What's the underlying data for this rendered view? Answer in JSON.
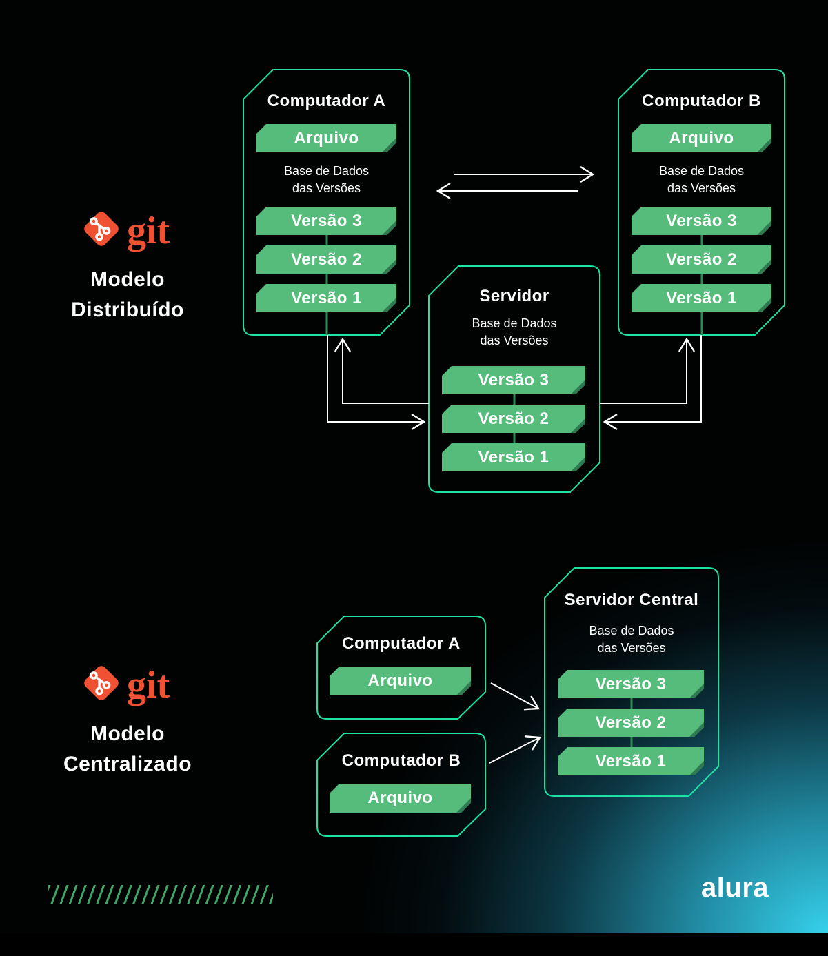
{
  "brand": {
    "wordmark": "git"
  },
  "distributed": {
    "label_line1": "Modelo",
    "label_line2": "Distribuído",
    "computer_a": {
      "title": "Computador A",
      "file": "Arquivo",
      "db1": "Base de Dados",
      "db2": "das Versões",
      "v": [
        "Versão 3",
        "Versão 2",
        "Versão 1"
      ]
    },
    "computer_b": {
      "title": "Computador B",
      "file": "Arquivo",
      "db1": "Base de Dados",
      "db2": "das Versões",
      "v": [
        "Versão 3",
        "Versão 2",
        "Versão 1"
      ]
    },
    "server": {
      "title": "Servidor",
      "db1": "Base de Dados",
      "db2": "das Versões",
      "v": [
        "Versão 3",
        "Versão 2",
        "Versão 1"
      ]
    }
  },
  "centralized": {
    "label_line1": "Modelo",
    "label_line2": "Centralizado",
    "computer_a": {
      "title": "Computador A",
      "file": "Arquivo"
    },
    "computer_b": {
      "title": "Computador B",
      "file": "Arquivo"
    },
    "server": {
      "title": "Servidor Central",
      "db1": "Base de Dados",
      "db2": "das Versões",
      "v": [
        "Versão 3",
        "Versão 2",
        "Versão 1"
      ]
    }
  },
  "footer": {
    "logo": "alura"
  },
  "colors": {
    "background": "#010202",
    "panel_border": "#1EE2A4",
    "button_green": "#56BC7C",
    "button_fold_green": "#2F7A50",
    "connector_green": "#2F8A57",
    "git_orange": "#F05133",
    "glow_cyan": "#38D9F5",
    "slash_green": "#3FA566",
    "arrow_white": "#FFFFFF"
  }
}
